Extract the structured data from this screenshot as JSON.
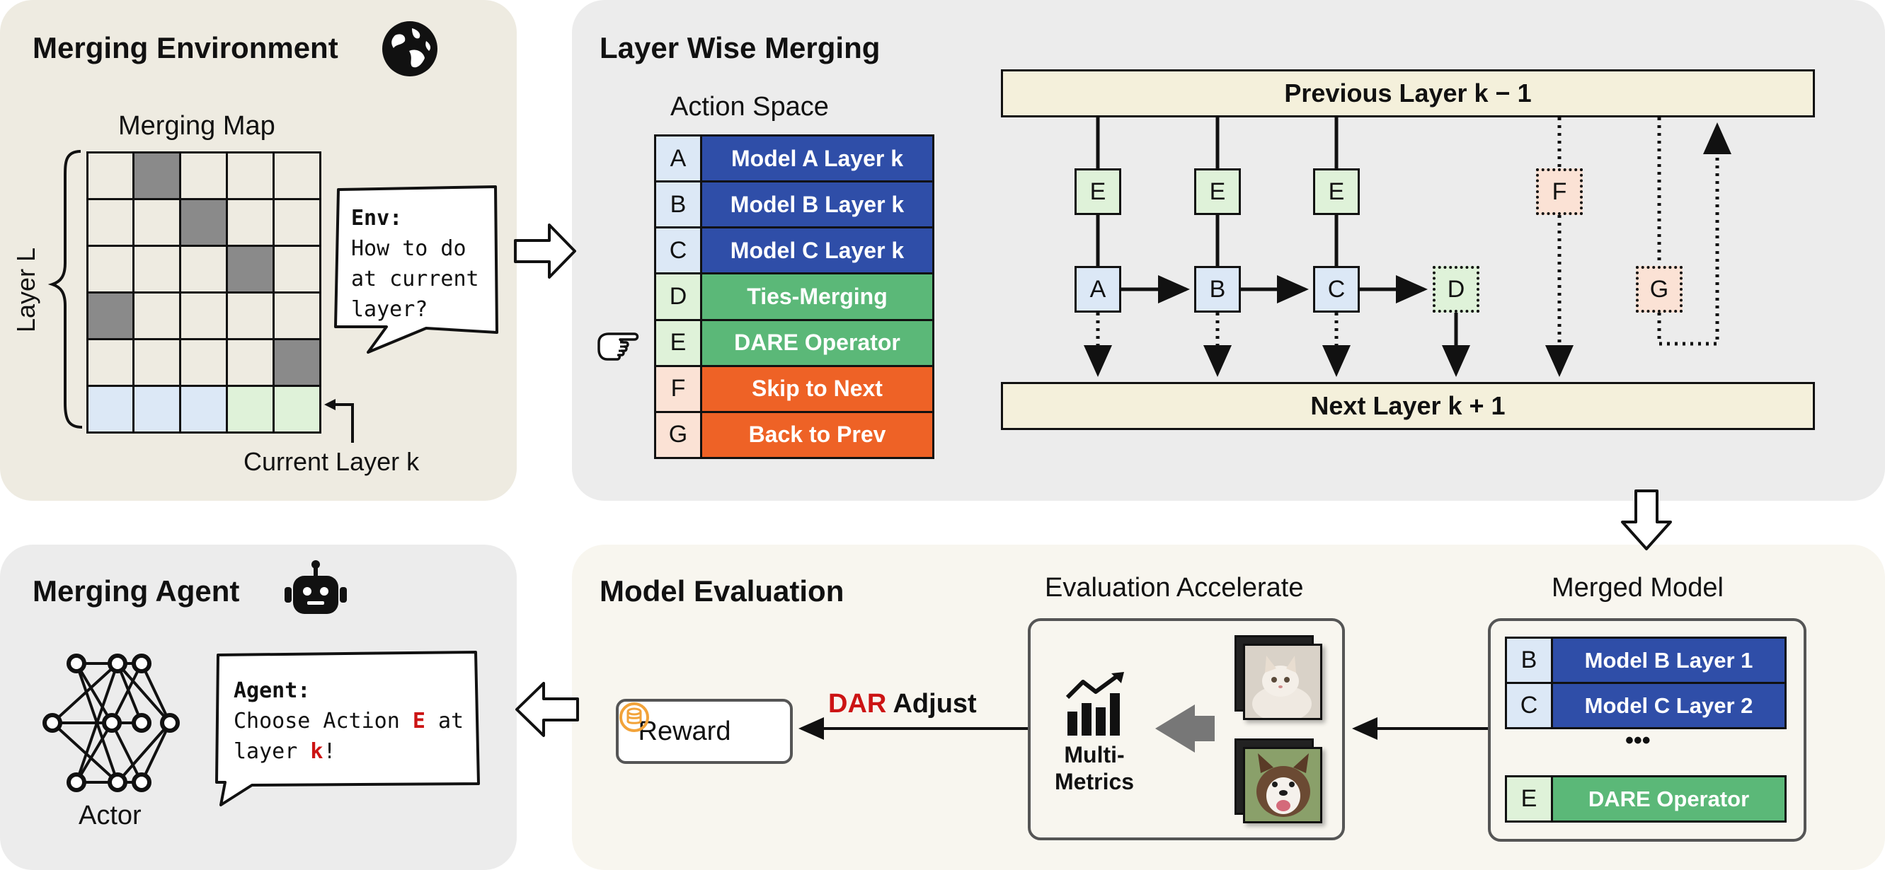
{
  "colors": {
    "env_panel": "#eeebe1",
    "layer_panel": "#ececec",
    "agent_panel": "#ececec",
    "eval_panel": "#f8f6ef",
    "blue": "#2f4ea8",
    "green": "#5bb878",
    "orange": "#ee6226",
    "light_blue": "#dce8f6",
    "light_green": "#dff2d9",
    "light_orange": "#fbe2d5",
    "cream": "#f4f0db",
    "red_text": "#cc1414",
    "coin": "#f2a33a"
  },
  "env": {
    "title": "Merging Environment",
    "globe_icon": "globe-icon",
    "map_title": "Merging Map",
    "layer_axis": "Layer L",
    "current_layer": "Current Layer k",
    "grid": {
      "rows": 6,
      "cols": 5,
      "gray_cells": [
        [
          0,
          1
        ],
        [
          1,
          2
        ],
        [
          2,
          3
        ],
        [
          3,
          0
        ],
        [
          4,
          4
        ]
      ],
      "current_row": [
        "blue",
        "blue",
        "blue",
        "green",
        "green"
      ]
    },
    "bubble_prefix": "Env:",
    "bubble_lines": [
      "How to do",
      "at current",
      "layer?"
    ]
  },
  "layer": {
    "title": "Layer Wise Merging",
    "action_space_title": "Action Space",
    "actions": [
      {
        "letter": "A",
        "label": "Model A  Layer k",
        "color": "blue"
      },
      {
        "letter": "B",
        "label": "Model B  Layer k",
        "color": "blue"
      },
      {
        "letter": "C",
        "label": "Model C  Layer k",
        "color": "blue"
      },
      {
        "letter": "D",
        "label": "Ties-Merging",
        "color": "green"
      },
      {
        "letter": "E",
        "label": "DARE Operator",
        "color": "green"
      },
      {
        "letter": "F",
        "label": "Skip to Next",
        "color": "orange"
      },
      {
        "letter": "G",
        "label": "Back to Prev",
        "color": "orange"
      }
    ],
    "previous_layer": "Previous Layer k − 1",
    "next_layer": "Next Layer k + 1",
    "flow_nodes": {
      "e_nodes": [
        "E",
        "E",
        "E"
      ],
      "main_nodes": [
        "A",
        "B",
        "C"
      ],
      "d_node": "D",
      "f_node": "F",
      "g_node": "G"
    },
    "hand_icon": "pointing-hand-icon"
  },
  "agent": {
    "title": "Merging Agent",
    "robot_icon": "robot-icon",
    "actor_label": "Actor",
    "bubble_prefix": "Agent:",
    "bubble_line1_a": "Choose Action ",
    "bubble_line1_b": "E",
    "bubble_line1_c": " at",
    "bubble_line2_a": "layer ",
    "bubble_line2_b": "k",
    "bubble_line2_c": "!"
  },
  "eval": {
    "title": "Model Evaluation",
    "accelerate_title": "Evaluation Accelerate",
    "metrics_label_1": "Multi-",
    "metrics_label_2": "Metrics",
    "merged_title": "Merged Model",
    "merged_rows": [
      {
        "letter": "B",
        "label": "Model B  Layer 1",
        "color": "blue"
      },
      {
        "letter": "C",
        "label": "Model C  Layer 2",
        "color": "blue"
      }
    ],
    "ellipsis": "•••",
    "merged_last": {
      "letter": "E",
      "label": "DARE Operator",
      "color": "green"
    },
    "dar_word": "DAR",
    "adjust_word": "Adjust",
    "reward_label": "Reward",
    "coin_icon": "coin-icon",
    "chart_icon": "bar-chart-icon",
    "cat_image": "cat-photo",
    "dog_image": "dog-photo"
  }
}
